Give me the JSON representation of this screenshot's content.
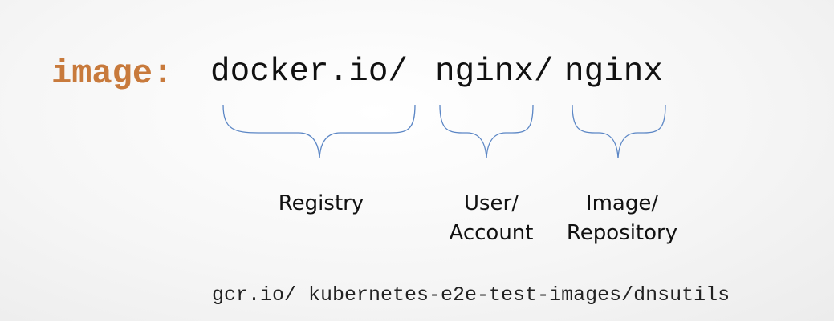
{
  "diagram": {
    "key_text": "image:",
    "key_color": "#c87a3c",
    "segments": {
      "registry": "docker.io/",
      "account": "nginx/",
      "image": "nginx"
    },
    "labels": {
      "registry": "Registry",
      "account_line1": "User/",
      "account_line2": "Account",
      "image_line1": "Image/",
      "image_line2": "Repository"
    },
    "brace_color": "#5b86c5",
    "example_text": "gcr.io/ kubernetes-e2e-test-images/dnsutils"
  }
}
